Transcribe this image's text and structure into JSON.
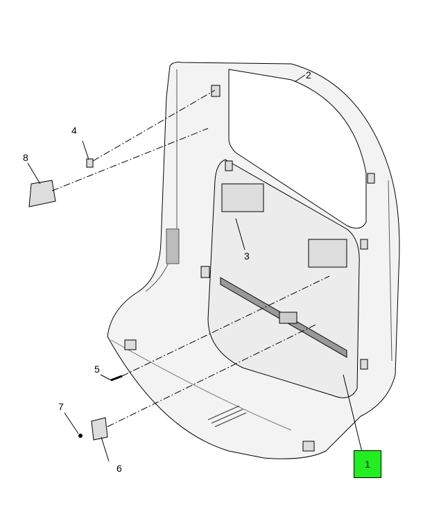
{
  "diagram": {
    "callouts": [
      {
        "id": "1",
        "label": "1",
        "highlighted": true
      },
      {
        "id": "2",
        "label": "2"
      },
      {
        "id": "3",
        "label": "3"
      },
      {
        "id": "4",
        "label": "4"
      },
      {
        "id": "5",
        "label": "5"
      },
      {
        "id": "6",
        "label": "6"
      },
      {
        "id": "7",
        "label": "7"
      },
      {
        "id": "8",
        "label": "8"
      }
    ],
    "highlight_color": "#22ee22"
  }
}
